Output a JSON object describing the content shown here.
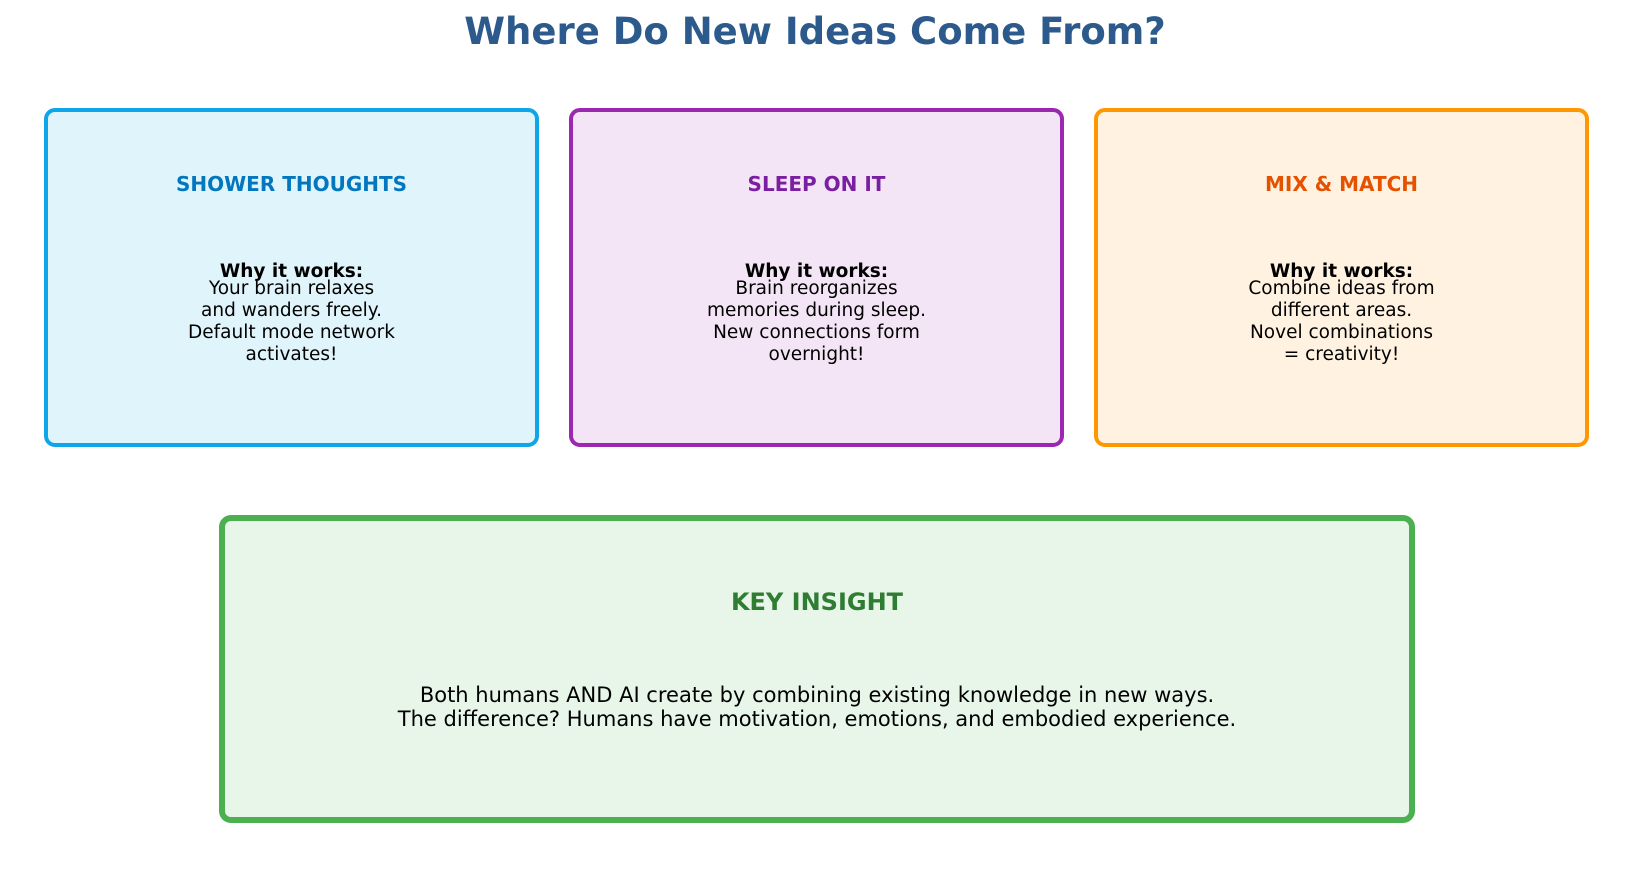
{
  "title": "Where Do New Ideas Come From?",
  "colors": {
    "title": "#2d5a8c",
    "card_1_border": "#0ea5e9",
    "card_1_fill": "#e0f4fb",
    "card_1_heading": "#0277bd",
    "card_2_border": "#9c27b0",
    "card_2_fill": "#f3e5f5",
    "card_2_heading": "#7b1fa2",
    "card_3_border": "#ff9800",
    "card_3_fill": "#fff2e0",
    "card_3_heading": "#e65100",
    "insight_border": "#4caf50",
    "insight_fill": "#e8f5e9",
    "insight_heading": "#2e7d32"
  },
  "cards": [
    {
      "heading": "SHOWER THOUGHTS",
      "why_label": "Why it works:",
      "text": "Your brain relaxes\nand wanders freely.\nDefault mode network\nactivates!"
    },
    {
      "heading": "SLEEP ON IT",
      "why_label": "Why it works:",
      "text": "Brain reorganizes\nmemories during sleep.\nNew connections form\novernight!"
    },
    {
      "heading": "MIX & MATCH",
      "why_label": "Why it works:",
      "text": "Combine ideas from\ndifferent areas.\nNovel combinations\n= creativity!"
    }
  ],
  "insight": {
    "heading": "KEY INSIGHT",
    "text": "Both humans AND AI create by combining existing knowledge in new ways.\nThe difference? Humans have motivation, emotions, and embodied experience."
  }
}
